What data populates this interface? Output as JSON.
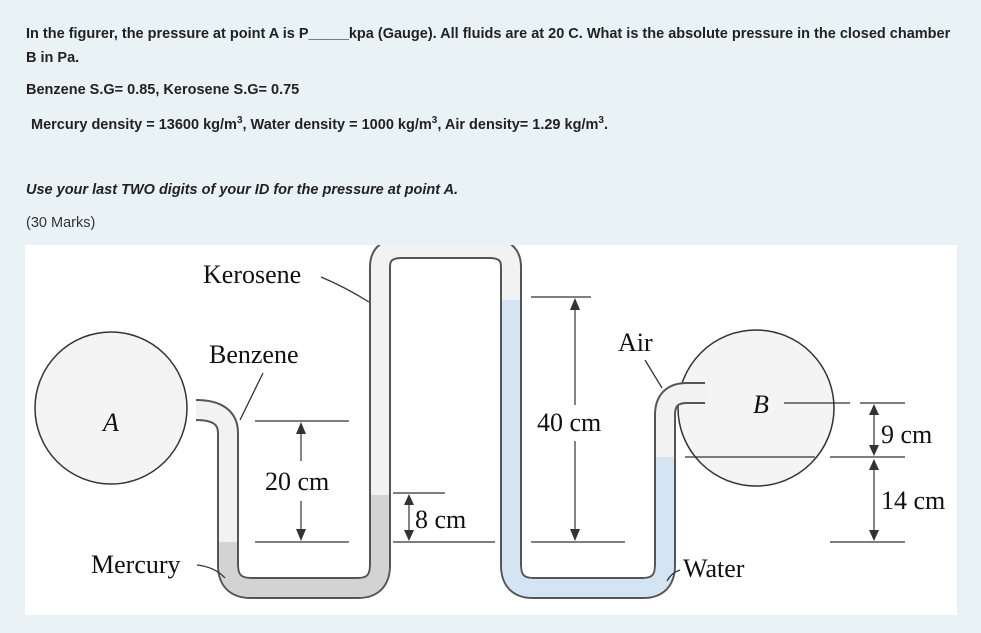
{
  "question": {
    "line1_a": "In the figurer, the pressure at point A is P",
    "line1_blank": "_____",
    "line1_b": "kpa (Gauge). All fluids are at 20 C. What is the absolute pressure in the closed chamber B in Pa.",
    "specific_gravity": "Benzene S.G= 0.85, Kerosene S.G= 0.75",
    "density_a": "Mercury density = 13600 kg/m",
    "density_b": ", Water density = 1000 kg/m",
    "density_c": ", Air density= 1.29 kg/m",
    "density_end": ".",
    "superscript": "3",
    "instruction": "Use your last TWO digits of your ID for the pressure at point A.",
    "marks": "(30 Marks)"
  },
  "figure": {
    "labels": {
      "kerosene": "Kerosene",
      "benzene": "Benzene",
      "mercury": "Mercury",
      "air": "Air",
      "water": "Water",
      "chamber_a": "A",
      "chamber_b": "B",
      "dim_20": "20 cm",
      "dim_8": "8 cm",
      "dim_40": "40 cm",
      "dim_9": "9 cm",
      "dim_14": "14 cm"
    },
    "colors": {
      "mercury": "#d3d3d3",
      "water": "#d5e4f2",
      "tube_border": "#555555",
      "chamber_fill": "#f4f4f4"
    }
  }
}
